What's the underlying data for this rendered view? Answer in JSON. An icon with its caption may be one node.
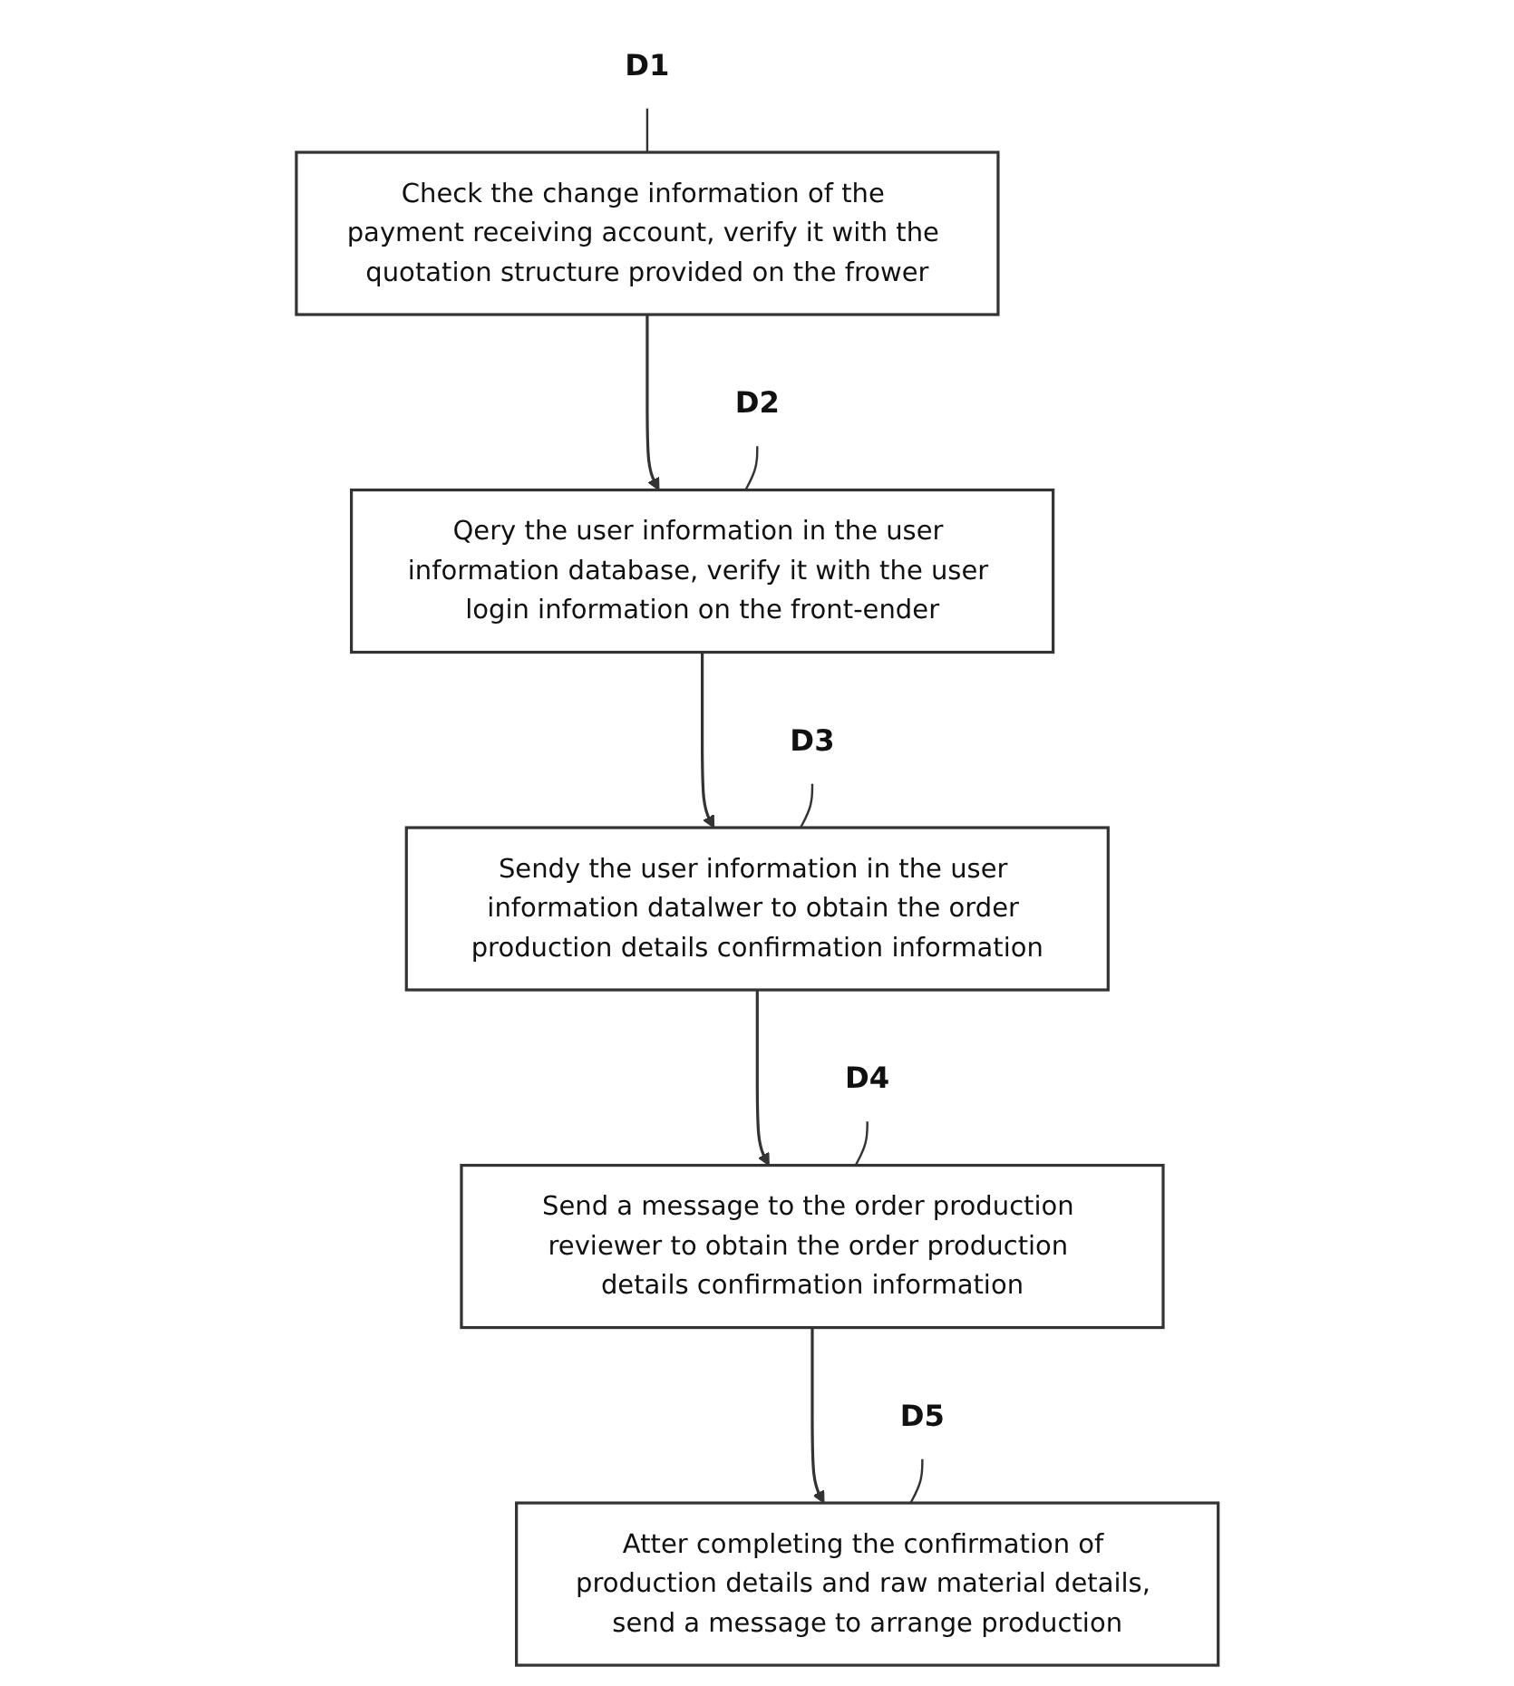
{
  "diagram": {
    "nodes": [
      {
        "text": [
          "Check the change information of the payment receiving account, verify it with the quotation structure provided on the frower"
        ]
      },
      {
        "text": [
          "Qery the user information in the user information database, verify it with the user login information on the front-ender"
        ]
      },
      {
        "text": [
          "Sendy the user information in the user information datalwer to obtain the order production details confirmation information"
        ]
      },
      {
        "text": [
          "Send a message to the order production reviewer to obtain the order production details confirmation information"
        ]
      },
      {
        "text": [
          "Atter completing the confirmation of production details and raw material details, send a message to arrange production"
        ]
      },
      {
        "text": [
          "D1"
        ]
      },
      {
        "text": [
          "D2"
        ]
      },
      {
        "text": [
          "D3"
        ]
      },
      {
        "text": [
          "D4"
        ]
      },
      {
        "text": [
          "D5"
        ]
      }
    ],
    "edges": [
      {
        "from": 0,
        "to": 1,
        "arrow": "to"
      },
      {
        "from": 1,
        "to": 2,
        "arrow": "to"
      },
      {
        "from": 2,
        "to": 3,
        "arrow": "to"
      },
      {
        "from": 3,
        "to": 4,
        "arrow": "to"
      },
      {
        "from": 5,
        "to": 0,
        "arrow": "none"
      },
      {
        "from": 6,
        "to": 1,
        "arrow": "none"
      },
      {
        "from": 7,
        "to": 2,
        "arrow": "none"
      },
      {
        "from": 8,
        "to": 3,
        "arrow": "none"
      },
      {
        "from": 9,
        "to": 4,
        "arrow": "none"
      }
    ]
  }
}
